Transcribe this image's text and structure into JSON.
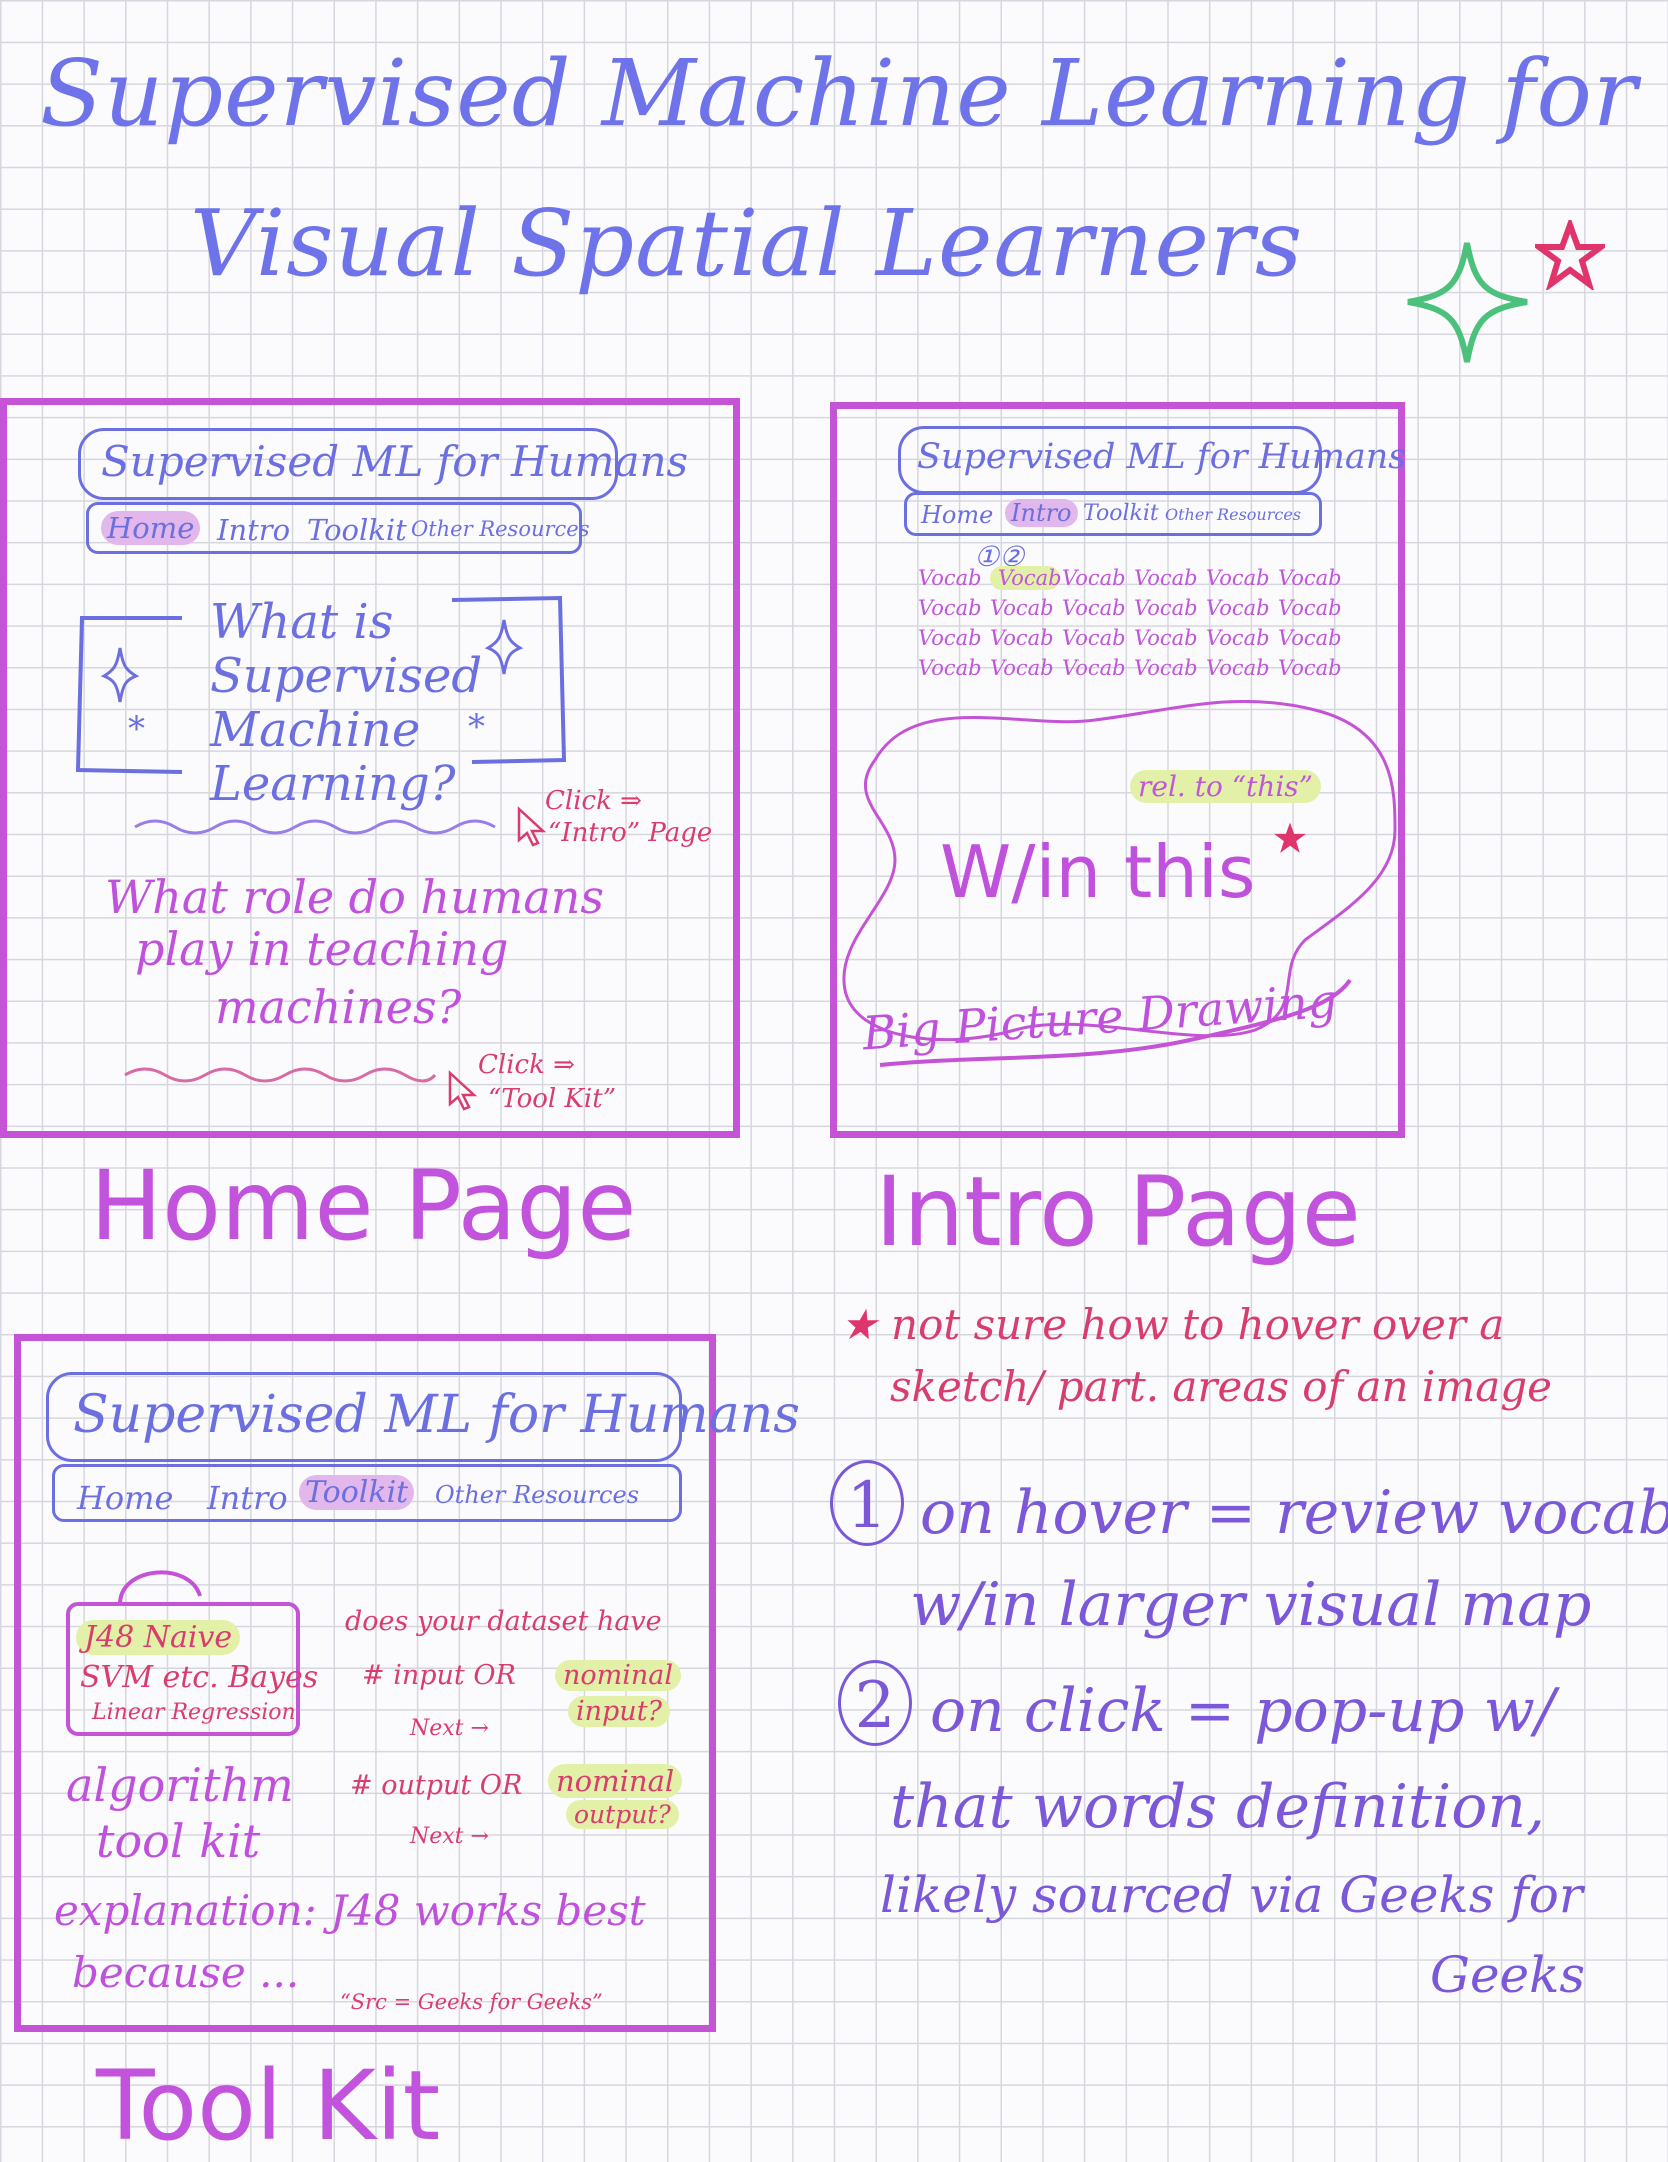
{
  "title": {
    "line1": "Supervised Machine Learning for",
    "line2": "Visual Spatial Learners"
  },
  "site_header": "Supervised ML for Humans",
  "nav": [
    "Home",
    "Intro",
    "Toolkit",
    "Other Resources"
  ],
  "home": {
    "question1": [
      "What is",
      "Supervised",
      "Machine",
      "Learning?"
    ],
    "click1": [
      "Click ⇒",
      "“Intro” Page"
    ],
    "question2": [
      "What role do humans",
      "play in teaching",
      "machines?"
    ],
    "click2": [
      "Click ⇒",
      "“Tool Kit”"
    ],
    "caption": "Home Page"
  },
  "intro": {
    "vocab_numbers": "①②",
    "vocab_word": "Vocab",
    "rel_label": "rel. to “this”",
    "main_text": "W/in this",
    "drawing_label": "Big Picture Drawing",
    "caption": "Intro Page"
  },
  "toolkit": {
    "bag_lines": [
      "J48 Naive",
      "SVM etc. Bayes",
      "Linear Regression"
    ],
    "label": [
      "algorithm",
      "tool kit"
    ],
    "dataset_q": "does your dataset have",
    "input_q": [
      "# input OR",
      "nominal",
      "input?"
    ],
    "output_q": [
      "# output OR",
      "nominal",
      "output?"
    ],
    "next": "Next",
    "explanation": [
      "explanation: J48 works best",
      "because ..."
    ],
    "source": "“Src = Geeks for Geeks”",
    "caption": "Tool Kit"
  },
  "notes": {
    "star_note": [
      "not sure how to hover over a",
      "sketch/ part. areas of an image"
    ],
    "note1": [
      "on hover = review vocab",
      "w/in larger visual map"
    ],
    "note2": [
      "on click = pop-up w/",
      "that words definition,",
      "likely sourced via Geeks for",
      "Geeks"
    ]
  },
  "colors": {
    "title_blue": "#6e73ea",
    "panel_purple": "#c453d6",
    "pink": "#d83d6e",
    "sparkle_green": "#4cc17c",
    "highlight_green": "#e3f0a7",
    "highlight_purple": "#e2b7ec"
  }
}
